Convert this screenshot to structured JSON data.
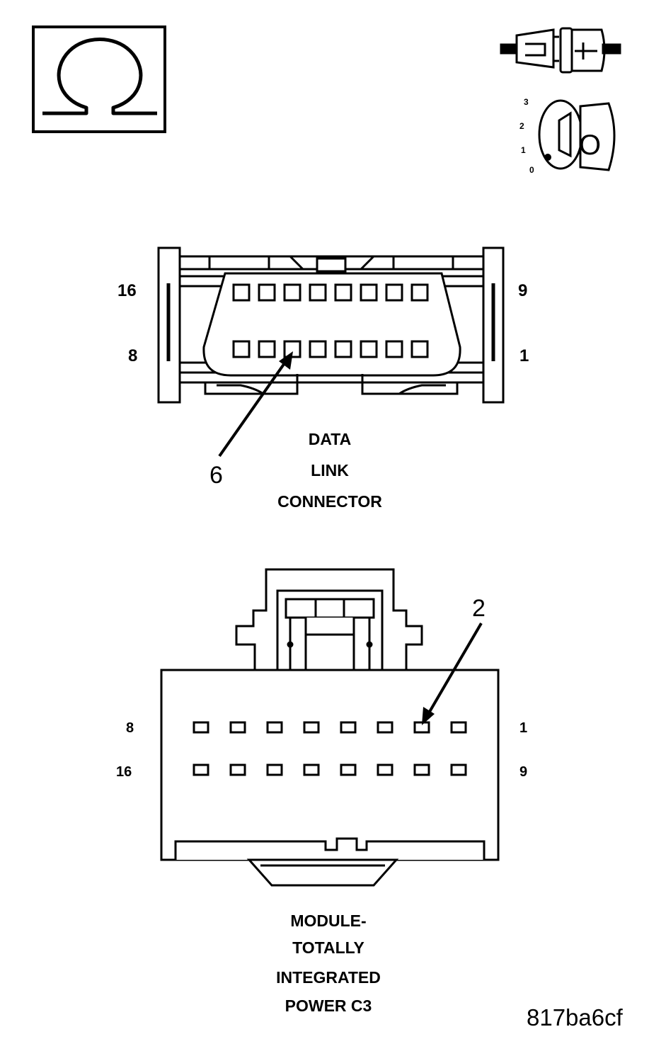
{
  "icons": {
    "ohmmeter": "ohm-icon",
    "disconnect": "connector-disconnect-icon",
    "ignition": "ignition-key-off-icon",
    "ignition_positions": [
      "3",
      "2",
      "1",
      "0"
    ],
    "ignition_key_label": "O"
  },
  "data_link_connector": {
    "pin_left_top": "16",
    "pin_right_top": "9",
    "pin_left_bottom": "8",
    "pin_right_bottom": "1",
    "callout": "6",
    "caption": [
      "DATA",
      "LINK",
      "CONNECTOR"
    ]
  },
  "tipm_connector": {
    "pin_left_top": "8",
    "pin_right_top": "1",
    "pin_left_bottom": "16",
    "pin_right_bottom": "9",
    "callout": "2",
    "caption": [
      "MODULE-",
      "TOTALLY",
      "INTEGRATED",
      "POWER C3"
    ]
  },
  "figure_id": "817ba6cf"
}
